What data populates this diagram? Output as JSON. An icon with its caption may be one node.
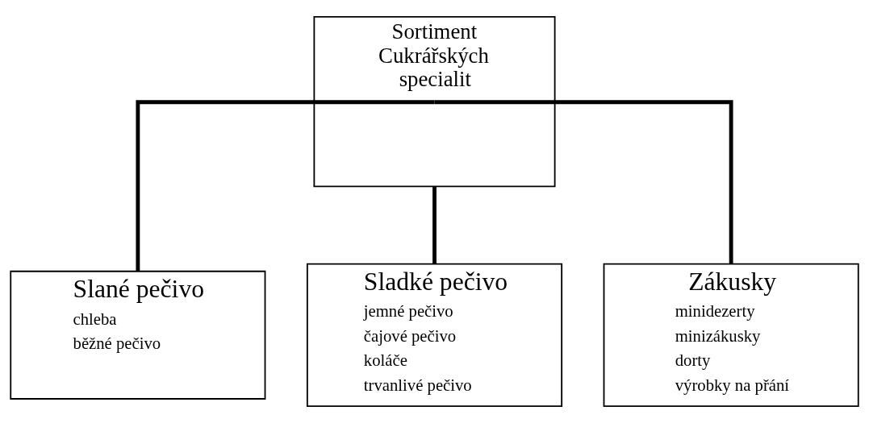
{
  "diagram": {
    "nodes": [
      {
        "text": [
          "Sortiment Cukrářských specialit"
        ]
      },
      {
        "text": [
          "Slané pečivo",
          "chleba",
          "běžné pečivo"
        ]
      },
      {
        "text": [
          "Sladké pečivo",
          "jemné pečivo",
          "čajové pečivo",
          "koláče",
          "trvanlivé pečivo"
        ]
      },
      {
        "text": [
          "Zákusky",
          "minidezerty",
          "minizákusky",
          "dorty",
          "výrobky na přání"
        ]
      }
    ],
    "edges": [
      {
        "from": 0,
        "to": 1,
        "arrow": "none"
      },
      {
        "from": 0,
        "to": 2,
        "arrow": "none"
      },
      {
        "from": 0,
        "to": 3,
        "arrow": "none"
      }
    ]
  }
}
